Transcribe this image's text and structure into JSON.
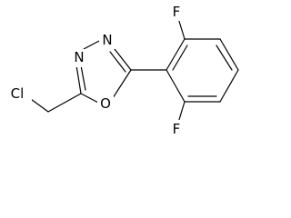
{
  "molecule": {
    "atoms": {
      "cl": "Cl",
      "n3": "N",
      "n4": "N",
      "o1": "O",
      "f_top": "F",
      "f_bottom": "F"
    }
  }
}
